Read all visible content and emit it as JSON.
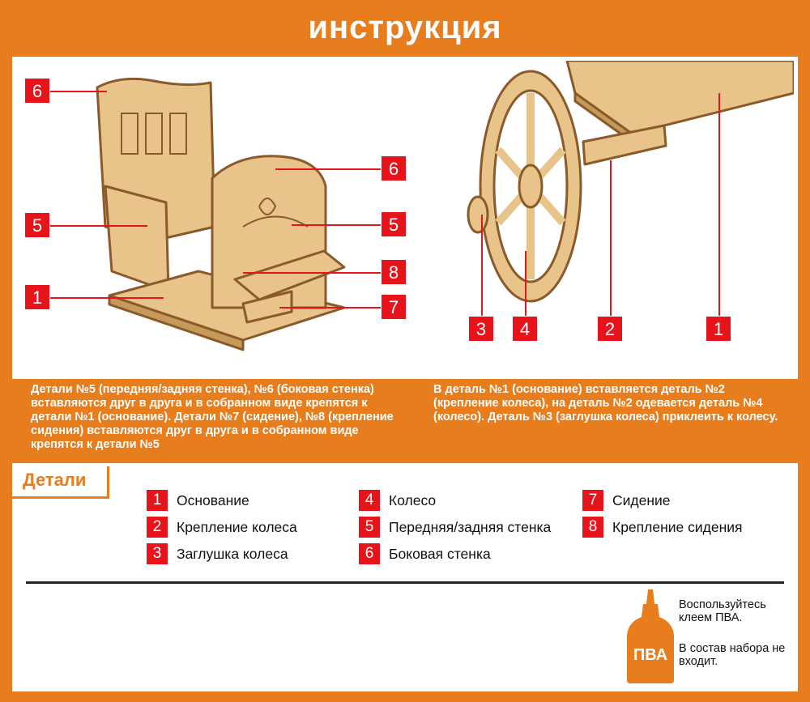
{
  "header": {
    "title": "инструкция"
  },
  "left_figure": {
    "labels": [
      "6",
      "5",
      "1",
      "6",
      "5",
      "8",
      "7"
    ]
  },
  "right_figure": {
    "labels": [
      "3",
      "4",
      "2",
      "1"
    ]
  },
  "descriptions": {
    "left": "Детали №5 (передняя/задняя стенка), №6 (боковая стенка) вставляются друг в друга и в собранном виде крепятся к детали №1 (основание). Детали №7 (сидение), №8 (крепление сидения) вставляются друг в друга и в собранном виде крепятся к детали №5",
    "right": "В деталь №1 (основание) вставляется деталь №2 (крепление колеса), на деталь №2 одевается деталь №4 (колесо). Деталь №3 (заглушка колеса) приклеить к колесу."
  },
  "parts": {
    "title": "Детали",
    "items": [
      {
        "num": "1",
        "name": "Основание"
      },
      {
        "num": "2",
        "name": "Крепление колеса"
      },
      {
        "num": "3",
        "name": "Заглушка колеса"
      },
      {
        "num": "4",
        "name": "Колесо"
      },
      {
        "num": "5",
        "name": "Передняя/задняя стенка"
      },
      {
        "num": "6",
        "name": "Боковая стенка"
      },
      {
        "num": "7",
        "name": "Сидение"
      },
      {
        "num": "8",
        "name": "Крепление сидения"
      }
    ]
  },
  "glue": {
    "bottle_label": "ПВА",
    "text1": "Воспользуйтесь клеем ПВА.",
    "text2": "В состав набора не входит."
  },
  "colors": {
    "accent": "#e87d1e",
    "marker": "#e8141c",
    "wood": "#e8c48a",
    "wood_edge": "#8a5a2b"
  }
}
